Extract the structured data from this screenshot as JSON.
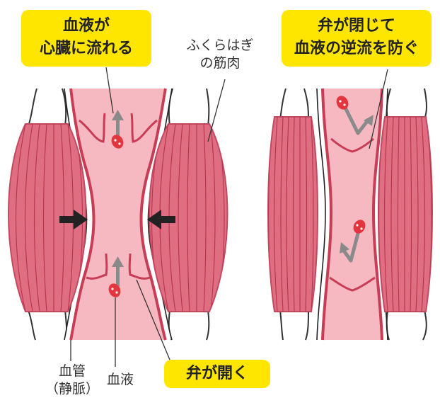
{
  "left_panel": {
    "callout_flow": [
      "血液が",
      "心臓に流れる"
    ],
    "label_muscle": [
      "ふくらはぎ",
      "の筋肉"
    ],
    "label_vessel": [
      "血管",
      "（静脈）"
    ],
    "label_blood": "血液",
    "callout_valve_open": "弁が開く"
  },
  "right_panel": {
    "callout_backflow": [
      "弁が閉じて",
      "血液の逆流を防ぐ"
    ]
  },
  "colors": {
    "callout": "#ffe600",
    "muscle": "#e06e82",
    "vessel_wall": "#c83c55",
    "vessel_fill": "#f6b8c1",
    "blood_cell": "#e2353d",
    "arrow_gray": "#8a8a8a",
    "arrow_black": "#222222"
  }
}
